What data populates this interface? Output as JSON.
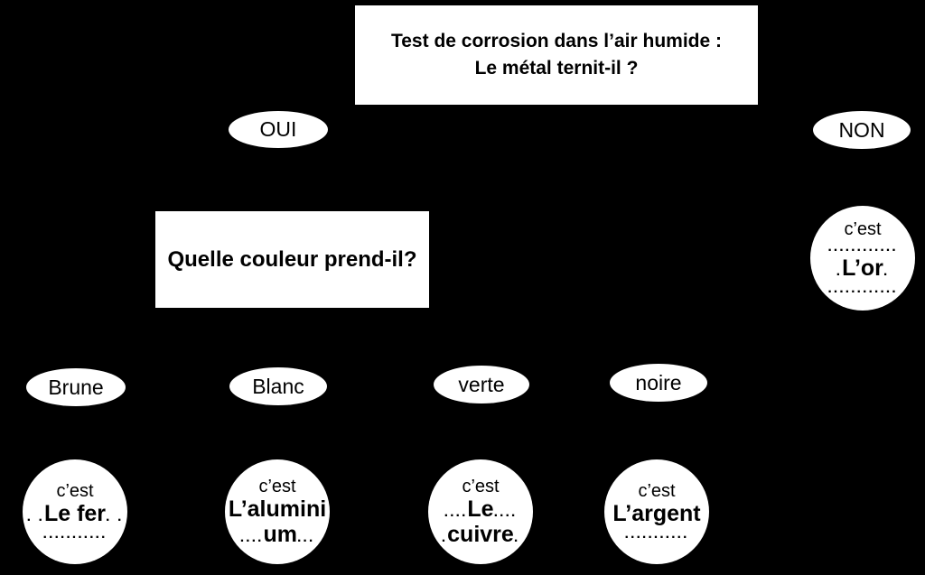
{
  "palette": {
    "background": "#000000",
    "node_fill": "#ffffff",
    "node_text": "#000000"
  },
  "title_box": {
    "line1": "Test de corrosion dans l’air humide :",
    "line2": "Le métal ternit-il ?"
  },
  "branch_labels": {
    "oui": "OUI",
    "non": "NON"
  },
  "question_box": {
    "label": "Quelle couleur prend-il?"
  },
  "color_labels": {
    "brune": "Brune",
    "blanc": "Blanc",
    "verte": "verte",
    "noire": "noire"
  },
  "answer_or": {
    "metal": "L’or",
    "lines": [
      [
        {
          "t": "c’est",
          "s": "n"
        }
      ],
      [
        {
          "t": "............",
          "s": "d"
        }
      ],
      [
        {
          "t": ".",
          "s": "d"
        },
        {
          "t": "L’or",
          "s": "b"
        },
        {
          "t": ".",
          "s": "d"
        }
      ],
      [
        {
          "t": "............",
          "s": "d"
        }
      ]
    ]
  },
  "answer_fer": {
    "metal": "Le fer",
    "lines": [
      [
        {
          "t": "c’est",
          "s": "n"
        }
      ],
      [
        {
          "t": ". .",
          "s": "d"
        },
        {
          "t": "Le fer",
          "s": "b"
        },
        {
          "t": ". .",
          "s": "d"
        }
      ],
      [
        {
          "t": "...........",
          "s": "d"
        }
      ]
    ]
  },
  "answer_aluminium": {
    "metal": "L’aluminium",
    "lines": [
      [
        {
          "t": "c’est",
          "s": "n"
        }
      ],
      [
        {
          "t": "L’alumini",
          "s": "b"
        }
      ],
      [
        {
          "t": "....",
          "s": "d"
        },
        {
          "t": "um",
          "s": "b"
        },
        {
          "t": "...",
          "s": "d"
        }
      ]
    ]
  },
  "answer_cuivre": {
    "metal": "Le cuivre",
    "lines": [
      [
        {
          "t": "c’est",
          "s": "n"
        }
      ],
      [
        {
          "t": "....",
          "s": "d"
        },
        {
          "t": "Le",
          "s": "b"
        },
        {
          "t": "....",
          "s": "d"
        }
      ],
      [
        {
          "t": ".",
          "s": "d"
        },
        {
          "t": "cuivre",
          "s": "b"
        },
        {
          "t": ".",
          "s": "d"
        }
      ]
    ]
  },
  "answer_argent": {
    "metal": "L’argent",
    "lines": [
      [
        {
          "t": "c’est",
          "s": "n"
        }
      ],
      [
        {
          "t": "L’argent",
          "s": "b"
        }
      ],
      [
        {
          "t": "...........",
          "s": "d"
        }
      ]
    ]
  }
}
